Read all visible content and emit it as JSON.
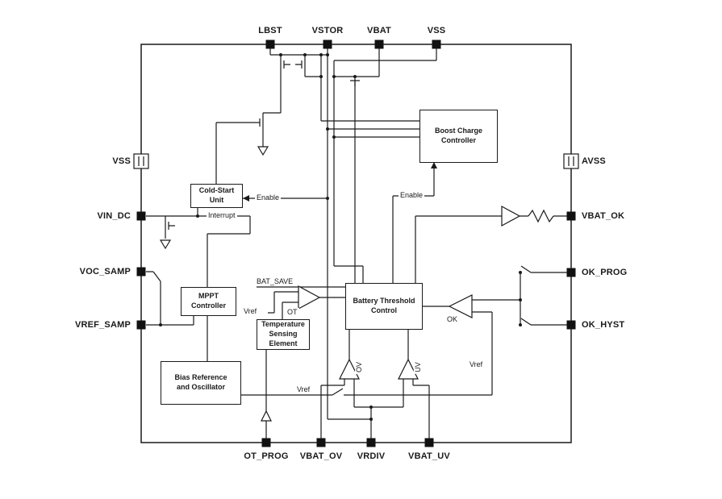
{
  "diagram": {
    "pins": {
      "top": [
        "LBST",
        "VSTOR",
        "VBAT",
        "VSS"
      ],
      "left": [
        "VSS",
        "VIN_DC",
        "VOC_SAMP",
        "VREF_SAMP"
      ],
      "right": [
        "AVSS",
        "VBAT_OK",
        "OK_PROG",
        "OK_HYST"
      ],
      "bottom": [
        "OT_PROG",
        "VBAT_OV",
        "VRDIV",
        "VBAT_UV"
      ]
    },
    "blocks": {
      "boost_charge_controller": "Boost Charge\nController",
      "cold_start_unit": "Cold-Start\nUnit",
      "mppt_controller": "MPPT\nController",
      "battery_threshold_control": "Battery Threshold\nControl",
      "temperature_sensing_element": "Temperature\nSensing\nElement",
      "bias_reference_oscillator": "Bias Reference\nand Oscillator"
    },
    "signals": {
      "enable_cold_start": "Enable",
      "enable_boost": "Enable",
      "interrupt": "Interrupt",
      "bat_save": "BAT_SAVE",
      "ot": "OT",
      "ok": "OK",
      "ov": "OV",
      "uv": "UV",
      "vref_comparator": "Vref",
      "vref_bias": "Vref",
      "vref_right": "Vref"
    },
    "colors": {
      "line": "#1a1a1a",
      "background": "#ffffff"
    }
  }
}
